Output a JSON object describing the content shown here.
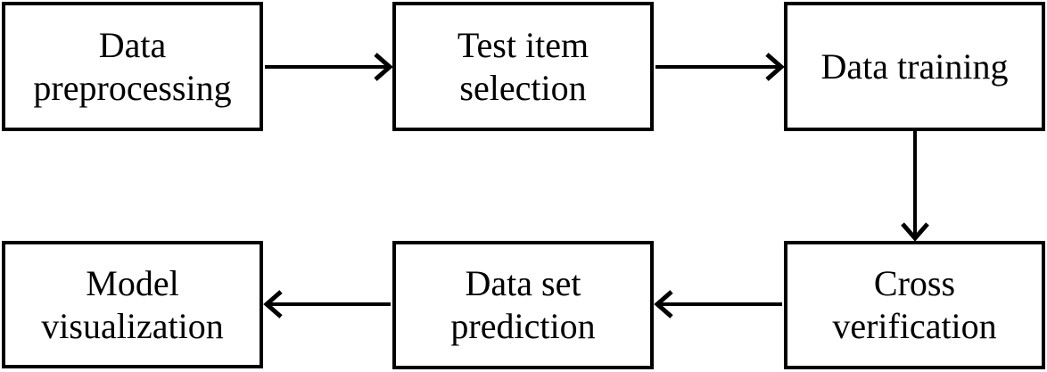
{
  "diagram": {
    "type": "flowchart",
    "colors": {
      "background": "#ffffff",
      "line": "#000000",
      "text": "#000000",
      "node_fill": "#ffffff"
    },
    "nodes": [
      {
        "id": "data-preprocessing",
        "label": "Data preprocessing"
      },
      {
        "id": "test-item-selection",
        "label": "Test item selection"
      },
      {
        "id": "data-training",
        "label": "Data training"
      },
      {
        "id": "cross-verification",
        "label": "Cross verification"
      },
      {
        "id": "data-set-prediction",
        "label": "Data set prediction"
      },
      {
        "id": "model-visualization",
        "label": "Model visualization"
      }
    ],
    "edges": [
      {
        "from": "data-preprocessing",
        "to": "test-item-selection",
        "direction": "right"
      },
      {
        "from": "test-item-selection",
        "to": "data-training",
        "direction": "right"
      },
      {
        "from": "data-training",
        "to": "cross-verification",
        "direction": "down"
      },
      {
        "from": "cross-verification",
        "to": "data-set-prediction",
        "direction": "left"
      },
      {
        "from": "data-set-prediction",
        "to": "model-visualization",
        "direction": "left"
      }
    ]
  }
}
